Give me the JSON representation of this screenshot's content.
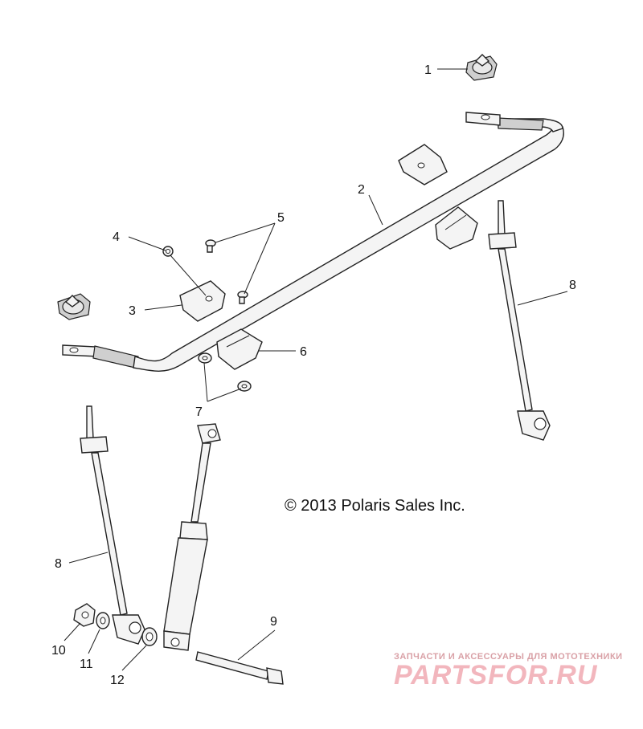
{
  "callouts": {
    "c1": "1",
    "c2": "2",
    "c3": "3",
    "c4": "4",
    "c5": "5",
    "c6": "6",
    "c7": "7",
    "c8a": "8",
    "c8b": "8",
    "c9": "9",
    "c10": "10",
    "c11": "11",
    "c12": "12"
  },
  "copyright": "© 2013 Polaris Sales Inc.",
  "watermark": {
    "tagline": "ЗАПЧАСТИ И АКСЕССУАРЫ ДЛЯ МОТОТЕХНИКИ",
    "brand": "PARTSFOR.RU"
  },
  "colors": {
    "line": "#222222",
    "part_fill": "#f4f4f4",
    "watermark": "#f2b6bd"
  }
}
